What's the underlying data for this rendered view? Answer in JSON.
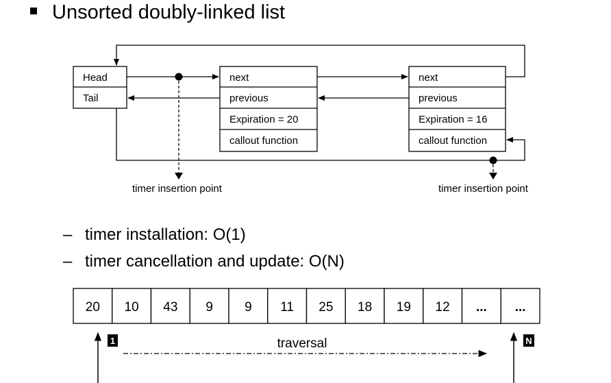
{
  "heading": "Unsorted doubly-linked list",
  "diagram": {
    "list_head_fields": [
      "Head",
      "Tail"
    ],
    "node1_fields": [
      "next",
      "previous",
      "Expiration = 20",
      "callout function"
    ],
    "node2_fields": [
      "next",
      "previous",
      "Expiration = 16",
      "callout function"
    ],
    "insertion_label_left": "timer insertion point",
    "insertion_label_right": "timer insertion point"
  },
  "bullets": [
    {
      "dash": "–",
      "text": "timer installation: O(1)"
    },
    {
      "dash": "–",
      "text": "timer cancellation and update: O(N)"
    }
  ],
  "array": {
    "cells": [
      "20",
      "10",
      "43",
      "9",
      "9",
      "11",
      "25",
      "18",
      "19",
      "12",
      "...",
      "..."
    ],
    "start_marker": "1",
    "end_marker": "N",
    "traversal_label": "traversal"
  }
}
